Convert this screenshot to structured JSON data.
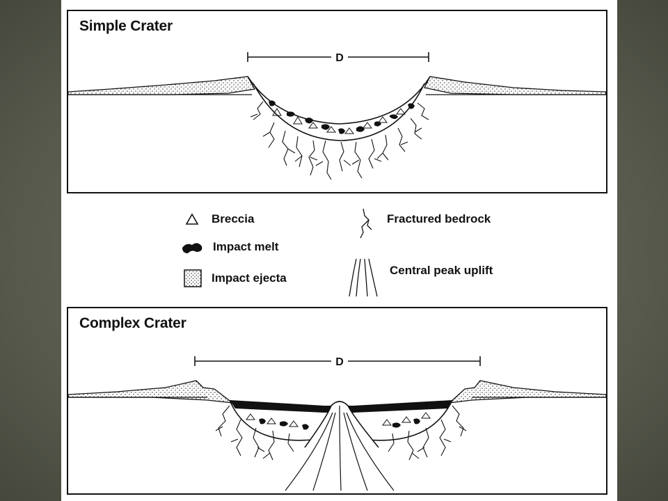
{
  "simple": {
    "title": "Simple Crater",
    "diameter_label": "D"
  },
  "complex": {
    "title": "Complex Crater",
    "diameter_label": "D"
  },
  "legend": {
    "breccia": "Breccia",
    "impact_melt": "Impact melt",
    "impact_ejecta": "Impact ejecta",
    "fractured_bedrock": "Fractured bedrock",
    "central_peak_uplift": "Central peak uplift"
  }
}
